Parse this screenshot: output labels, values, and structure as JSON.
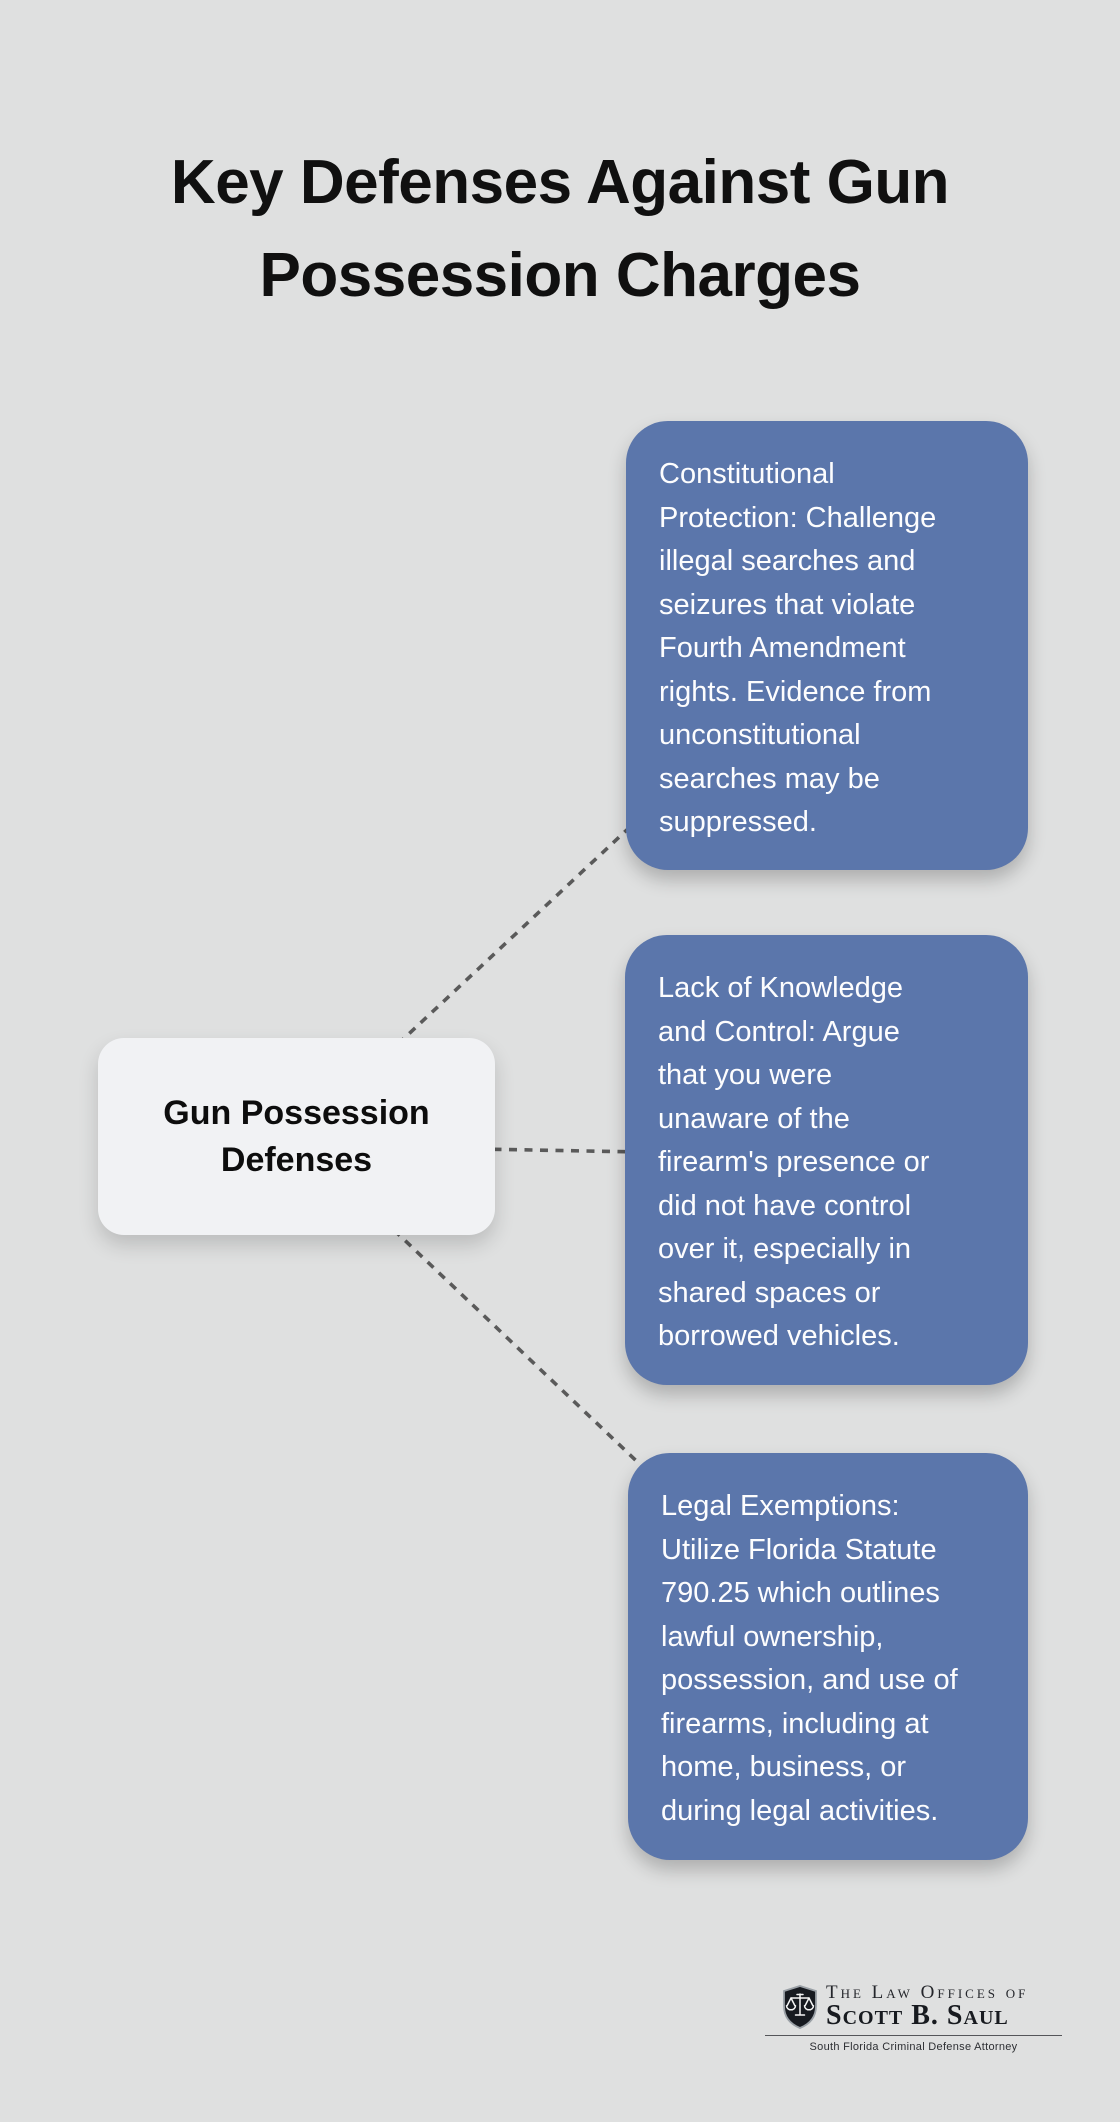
{
  "title": "Key Defenses Against Gun\nPossession Charges",
  "center_node": {
    "label": "Gun Possession\nDefenses"
  },
  "branches": [
    {
      "text": "Constitutional\nProtection: Challenge\nillegal searches and\nseizures that violate\nFourth Amendment\nrights. Evidence from\nunconstitutional\nsearches may be\nsuppressed."
    },
    {
      "text": "Lack of Knowledge\nand Control: Argue\nthat you were\nunaware of the\nfirearm's presence or\ndid not have control\nover it, especially in\nshared spaces or\nborrowed vehicles."
    },
    {
      "text": "Legal Exemptions:\nUtilize Florida Statute\n790.25 which outlines\nlawful ownership,\npossession, and use of\nfirearms, including at\nhome, business, or\nduring legal activities."
    }
  ],
  "logo": {
    "firm_prefix": "The Law Offices of",
    "firm_name": "Scott B. Saul",
    "tagline": "South Florida Criminal Defense Attorney",
    "shield_icon": "scales-of-justice-shield"
  },
  "colors": {
    "background": "#dfe0e0",
    "branch_fill": "#5b76ab",
    "branch_text": "#fdfdfe",
    "center_fill": "#f1f2f4",
    "title_text": "#101010",
    "connector": "#5a5a5a"
  }
}
